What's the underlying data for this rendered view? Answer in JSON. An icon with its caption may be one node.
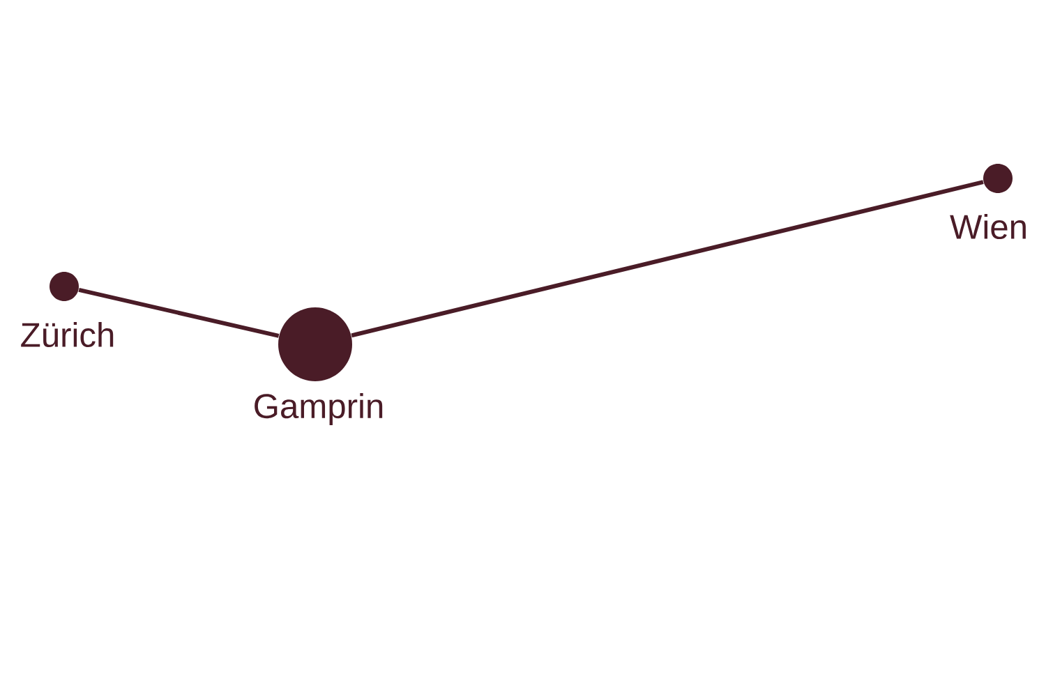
{
  "diagram": {
    "nodes": [
      {
        "text": [],
        "shape": "circle",
        "beside": [
          "Zürich"
        ]
      },
      {
        "text": [],
        "shape": "circle",
        "beside": [
          "Gamprin"
        ]
      },
      {
        "text": [],
        "shape": "circle",
        "beside": [
          "Wien"
        ]
      }
    ],
    "edges": [
      {
        "from": 0,
        "to": 1,
        "arrow": "none"
      },
      {
        "from": 1,
        "to": 2,
        "arrow": "none"
      }
    ]
  }
}
